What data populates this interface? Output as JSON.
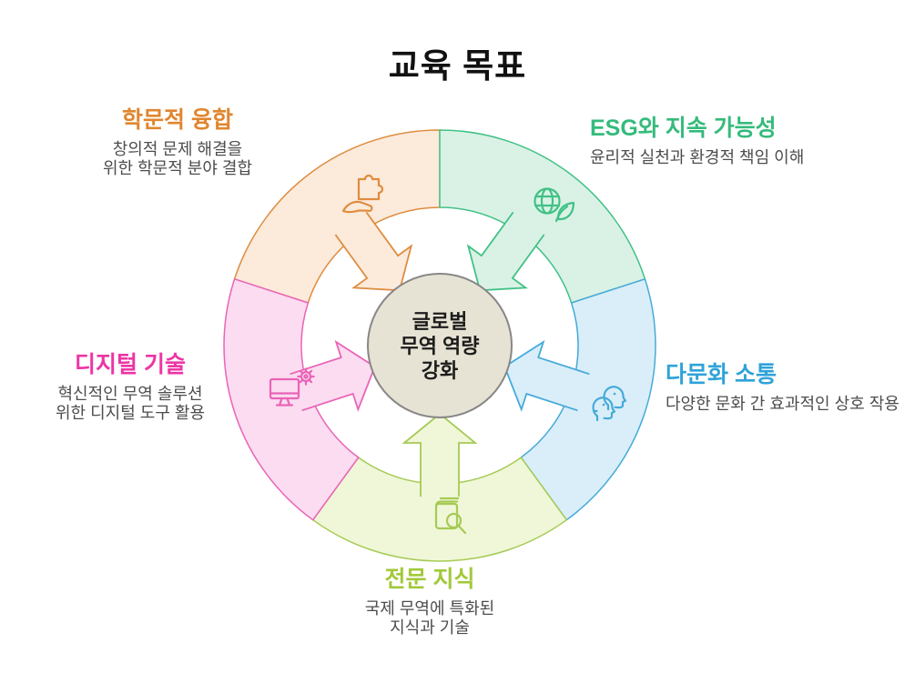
{
  "title": "교육 목표",
  "colors": {
    "background": "#ffffff",
    "title_text": "#111111",
    "subtitle_text": "#4d4d4d",
    "center_fill": "#e7e3d4",
    "center_stroke": "#878787",
    "center_text": "#1c1c1c"
  },
  "center": {
    "lines": [
      "글로벌",
      "무역 역량",
      "강화"
    ]
  },
  "segments": [
    {
      "id": "academic-convergence",
      "label": "학문적 융합",
      "description": [
        "창의적 문제 해결을",
        "위한 학문적 분야 결합"
      ],
      "fill": "#fceadb",
      "stroke": "#df8c3f",
      "title_color": "#e0862f",
      "icon": "hand-puzzle"
    },
    {
      "id": "esg-sustainability",
      "label": "ESG와 지속 가능성",
      "description": [
        "윤리적 실천과 환경적 책임 이해"
      ],
      "fill": "#d9f2e5",
      "stroke": "#42c186",
      "title_color": "#35bb7c",
      "icon": "globe-leaf"
    },
    {
      "id": "multicultural-communication",
      "label": "다문화 소통",
      "description": [
        "다양한 문화 간 효과적인 상호 작용"
      ],
      "fill": "#d9eef9",
      "stroke": "#45aad9",
      "title_color": "#2fa3d8",
      "icon": "profile-heads"
    },
    {
      "id": "professional-knowledge",
      "label": "전문 지식",
      "description": [
        "국제 무역에 특화된",
        "지식과 기술"
      ],
      "fill": "#eff7d8",
      "stroke": "#a6ca55",
      "title_color": "#a2c93a",
      "icon": "book-magnifier"
    },
    {
      "id": "digital-technology",
      "label": "디지털 기술",
      "description": [
        "혁신적인 무역 솔루션",
        "위한 디지털 도구 활용"
      ],
      "fill": "#fbdcf0",
      "stroke": "#ea64b7",
      "title_color": "#ed35a5",
      "icon": "monitor-gear"
    }
  ]
}
